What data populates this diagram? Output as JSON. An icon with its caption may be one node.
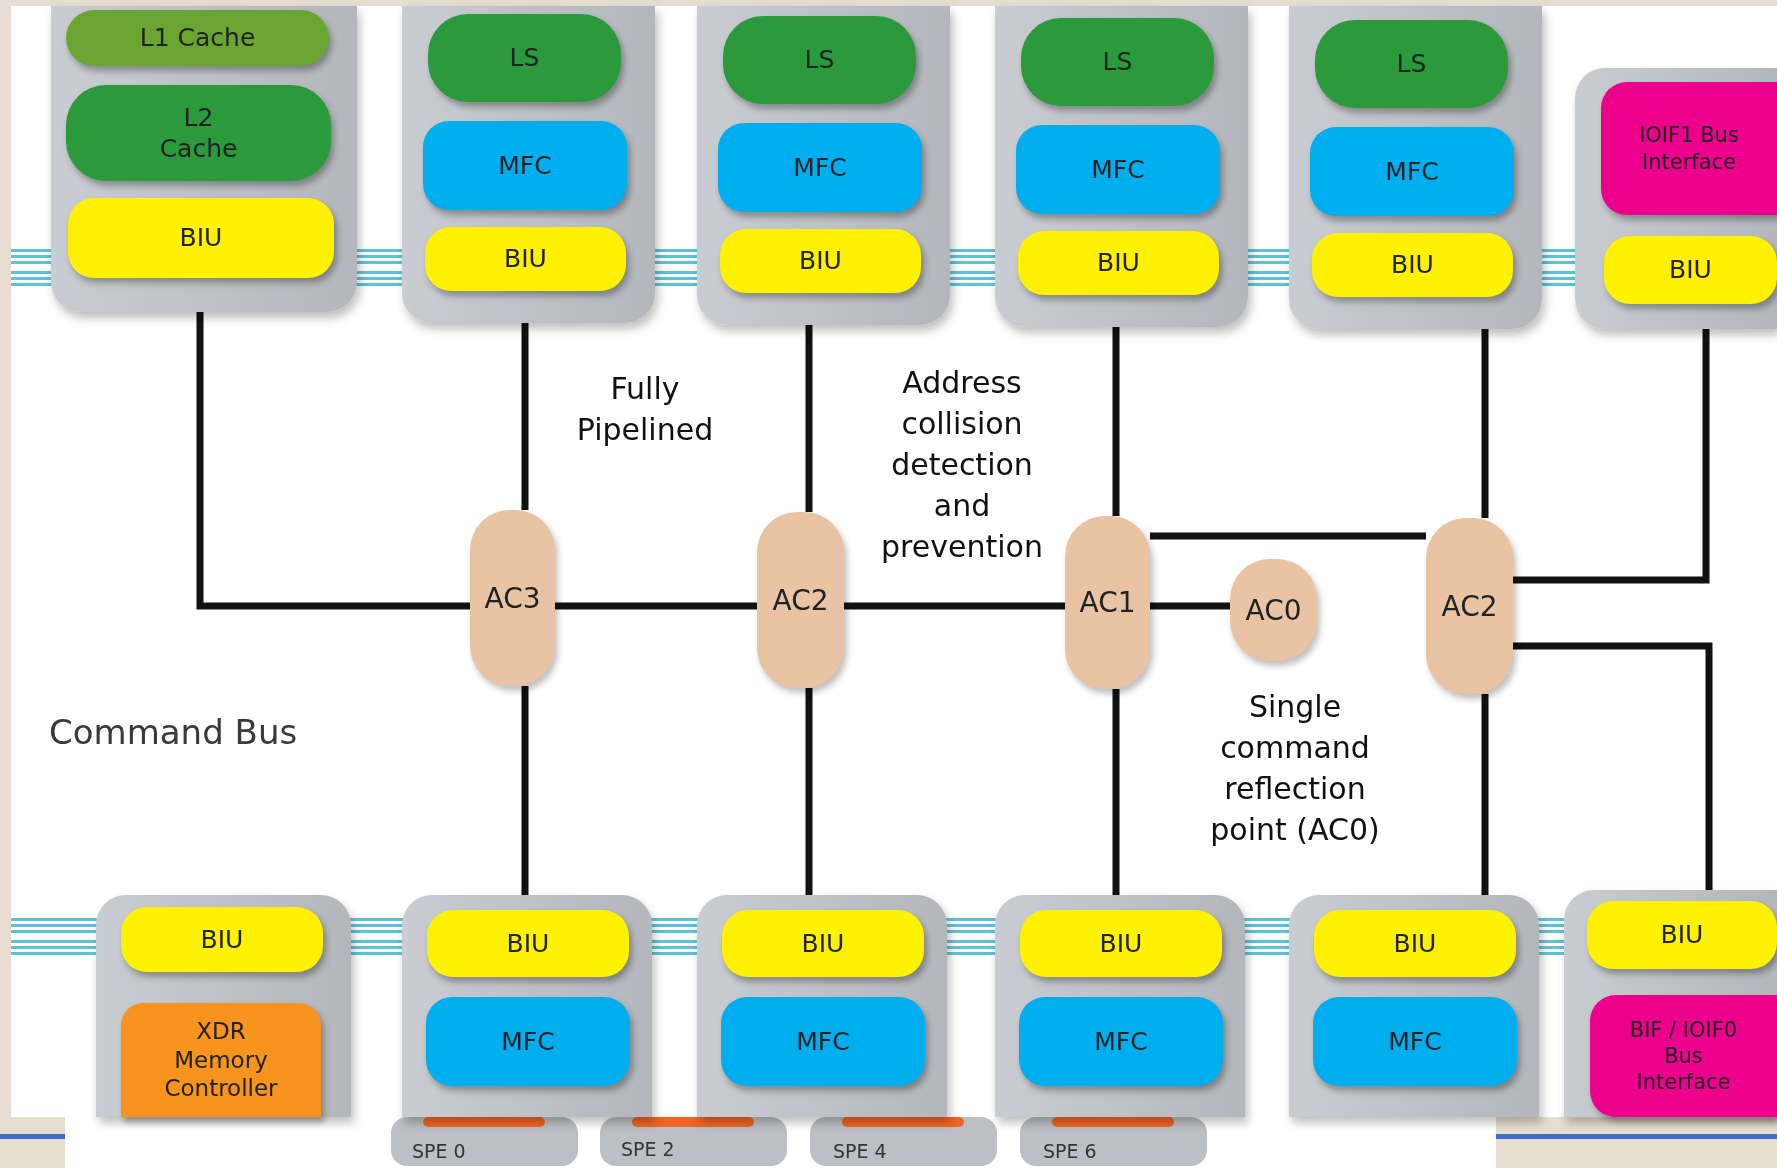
{
  "diagram": {
    "nodes": [
      {
        "text": [],
        "shape": "box"
      },
      {
        "text": [
          "L1 Cache"
        ],
        "in": 0
      },
      {
        "text": [
          "L2 Cache"
        ],
        "in": 0
      },
      {
        "text": [
          "BIU"
        ],
        "in": 0
      },
      {
        "text": [],
        "shape": "box"
      },
      {
        "text": [
          "LS"
        ],
        "in": 4
      },
      {
        "text": [
          "MFC"
        ],
        "in": 4
      },
      {
        "text": [
          "BIU"
        ],
        "in": 4
      },
      {
        "text": [],
        "shape": "box"
      },
      {
        "text": [
          "LS"
        ],
        "in": 8
      },
      {
        "text": [
          "MFC"
        ],
        "in": 8
      },
      {
        "text": [
          "BIU"
        ],
        "in": 8
      },
      {
        "text": [],
        "shape": "box"
      },
      {
        "text": [
          "LS"
        ],
        "in": 12
      },
      {
        "text": [
          "MFC"
        ],
        "in": 12
      },
      {
        "text": [
          "BIU"
        ],
        "in": 12
      },
      {
        "text": [],
        "shape": "box"
      },
      {
        "text": [
          "LS"
        ],
        "in": 16
      },
      {
        "text": [
          "MFC"
        ],
        "in": 16
      },
      {
        "text": [
          "BIU"
        ],
        "in": 16
      },
      {
        "text": [],
        "shape": "box"
      },
      {
        "text": [
          "IOIF1 Bus Interface"
        ],
        "in": 20
      },
      {
        "text": [
          "BIU"
        ],
        "in": 20
      },
      {
        "text": [
          "AC3"
        ]
      },
      {
        "text": [
          "AC2"
        ]
      },
      {
        "text": [
          "AC1"
        ]
      },
      {
        "text": [
          "AC0"
        ]
      },
      {
        "text": [
          "AC2"
        ]
      },
      {
        "text": [],
        "shape": "box"
      },
      {
        "text": [
          "BIU"
        ],
        "in": 28
      },
      {
        "text": [
          "XDR Memory Controller"
        ],
        "in": 28
      },
      {
        "text": [],
        "shape": "box"
      },
      {
        "text": [
          "BIU"
        ],
        "in": 31
      },
      {
        "text": [
          "MFC"
        ],
        "in": 31
      },
      {
        "text": [],
        "shape": "box"
      },
      {
        "text": [
          "BIU"
        ],
        "in": 34
      },
      {
        "text": [
          "MFC"
        ],
        "in": 34
      },
      {
        "text": [],
        "shape": "box"
      },
      {
        "text": [
          "BIU"
        ],
        "in": 37
      },
      {
        "text": [
          "MFC"
        ],
        "in": 37
      },
      {
        "text": [],
        "shape": "box"
      },
      {
        "text": [
          "BIU"
        ],
        "in": 40
      },
      {
        "text": [
          "MFC"
        ],
        "in": 40
      },
      {
        "text": [],
        "shape": "box"
      },
      {
        "text": [
          "BIU"
        ],
        "in": 43
      },
      {
        "text": [
          "BIF / IOIF0 Bus Interface"
        ],
        "in": 43
      }
    ],
    "edges": [
      {
        "from": 0,
        "to": 23,
        "arrow": "none"
      },
      {
        "from": 4,
        "to": 23,
        "arrow": "none"
      },
      {
        "from": 23,
        "to": 31,
        "arrow": "none"
      },
      {
        "from": 23,
        "to": 24,
        "arrow": "none"
      },
      {
        "from": 8,
        "to": 24,
        "arrow": "none"
      },
      {
        "from": 24,
        "to": 34,
        "arrow": "none"
      },
      {
        "from": 24,
        "to": 25,
        "arrow": "none"
      },
      {
        "from": 12,
        "to": 25,
        "arrow": "none"
      },
      {
        "from": 25,
        "to": 37,
        "arrow": "none"
      },
      {
        "from": 25,
        "to": 26,
        "arrow": "none"
      },
      {
        "from": 25,
        "to": 27,
        "arrow": "none"
      },
      {
        "from": 16,
        "to": 27,
        "arrow": "none"
      },
      {
        "from": 27,
        "to": 40,
        "arrow": "none"
      },
      {
        "from": 27,
        "to": 20,
        "arrow": "none"
      },
      {
        "from": 27,
        "to": 43,
        "arrow": "none"
      }
    ],
    "labels": [
      "Fully Pipelined",
      "Address collision detection and prevention",
      "Command Bus",
      "Single command reflection point (AC0)",
      "SPE 0",
      "SPE 2",
      "SPE 4",
      "SPE 6"
    ]
  }
}
